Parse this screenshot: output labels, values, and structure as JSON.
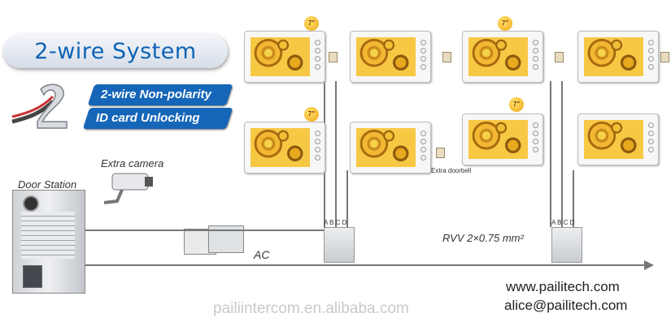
{
  "title": "2-wire System",
  "features": [
    "2-wire Non-polarity",
    "ID card Unlocking"
  ],
  "labels": {
    "door_station": "Door Station",
    "extra_camera": "Extra camera",
    "extra_doorbell": "Extra doorbell",
    "ac": "AC",
    "cable": "RVV 2×0.75 mm²",
    "terminals": "A B C D"
  },
  "badge_text": "7\"",
  "watermark": "pailiintercom.en.alibaba.com",
  "contact": {
    "website": "www.pailitech.com",
    "email": "alice@pailitech.com"
  },
  "colors": {
    "accent_blue": "#1566b8",
    "title_blue": "#0d63b5"
  }
}
